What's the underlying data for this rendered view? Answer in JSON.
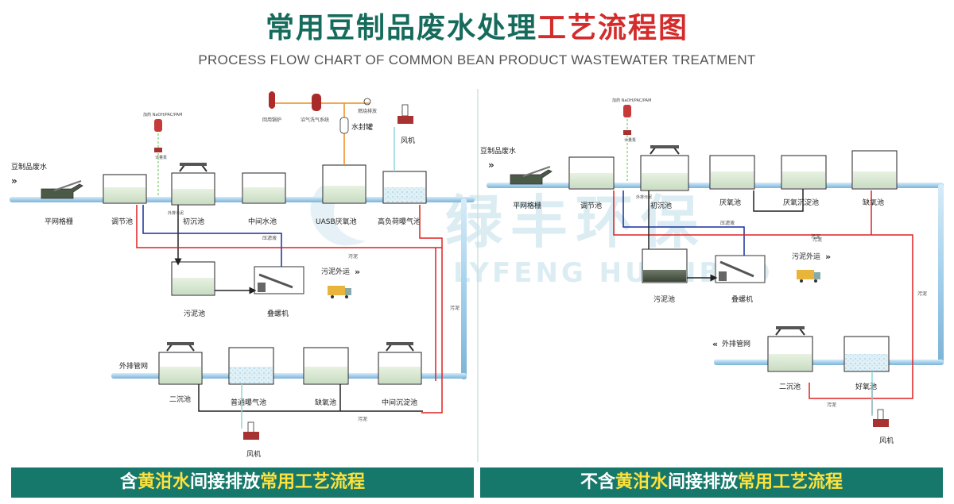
{
  "title": {
    "part1": "常用豆制品废水处理",
    "part2": "工艺流程图"
  },
  "subtitle": "PROCESS FLOW CHART OF COMMON BEAN PRODUCT WASTEWATER TREATMENT",
  "watermark": {
    "cn": "绿丰环保",
    "en": "LYFENG HUANBAO"
  },
  "left": {
    "inlet": "豆制品废水",
    "grid": "平网格栅",
    "adjust": "调节池",
    "primary": "初沉池",
    "middle_water": "中间水池",
    "uasb": "UASB厌氧池",
    "high_aeration": "高负荷曝气池",
    "sludge_tank": "污泥池",
    "screw_press": "叠螺机",
    "sludge_out": "污泥外运",
    "outlet": "外排管网",
    "secondary": "二沉池",
    "normal_aeration": "普通曝气池",
    "anoxic": "缺氧池",
    "mid_settle": "中间沉淀池",
    "boiler": "回用锅炉",
    "biogas_system": "沼气洗气系统",
    "burn": "燃烧排放",
    "water_seal": "水封罐",
    "blower_top": "风机",
    "blower_bottom": "风机",
    "dosing": "加药 NaOH/PAC/PAM",
    "dosing_pump": "计量泵",
    "pressed_liquid": "压滤液",
    "drain": "外排污泥",
    "sludge_a": "污泥",
    "sludge_b": "污泥",
    "sludge_c": "污泥"
  },
  "right": {
    "inlet": "豆制品废水",
    "grid": "平网格栅",
    "adjust": "调节池",
    "primary": "初沉池",
    "anaerobic": "厌氧池",
    "anaerobic_settle": "厌氧沉淀池",
    "anoxic": "缺氧池",
    "sludge_tank": "污泥池",
    "screw_press": "叠螺机",
    "sludge_out": "污泥外运",
    "outlet": "外排管网",
    "secondary": "二沉池",
    "aerobic": "好氧池",
    "blower": "风机",
    "dosing": "加药 NaOH/PAC/PAM",
    "dosing_pump": "计量泵",
    "pressed_liquid": "压滤液",
    "drain": "外排污泥",
    "sludge_a": "污泥",
    "sludge_b": "污泥",
    "sludge_c": "污泥",
    "sludge_d": "污泥"
  },
  "bar_left": {
    "p1": "含",
    "p2": "黄泔水",
    "p3": "间接排放",
    "p4": "常用工艺流程"
  },
  "bar_right": {
    "p1": "不含",
    "p2": "黄泔水",
    "p3": "间接排放",
    "p4": "常用工艺流程"
  },
  "colors": {
    "teal": "#16786b",
    "red_pipe": "#e02020",
    "blue_pipe": "#1a2f9a",
    "water_pipe": "#a8d4ee",
    "gas_pipe": "#f08a18",
    "dosing_pipe": "#7fd06a",
    "air_pipe": "#8fd6dc"
  }
}
